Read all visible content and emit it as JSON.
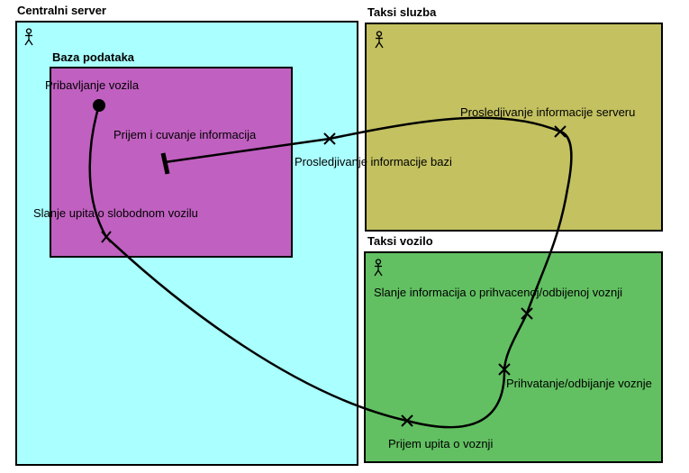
{
  "colors": {
    "centralni_server": "#aaffff",
    "baza_podataka": "#c060c0",
    "taksi_sluzba": "#c3c160",
    "taksi_vozilo": "#62c062",
    "stroke": "#000000"
  },
  "components": {
    "centralni_server": {
      "title": "Centralni server",
      "icon": "actor-icon"
    },
    "baza_podataka": {
      "title": "Baza podataka"
    },
    "taksi_sluzba": {
      "title": "Taksi sluzba",
      "icon": "actor-icon"
    },
    "taksi_vozilo": {
      "title": "Taksi vozilo",
      "icon": "actor-icon"
    }
  },
  "path_labels": {
    "start": "Pribavljanje vozila",
    "slanje_upita": "Slanje upita o slobodnom vozilu",
    "prijem_upita": "Prijem upita o voznji",
    "prihvatanje": "Prihvatanje/odbijanje voznje",
    "slanje_informacija": "Slanje informacija o prihvacenoj/odbijenoj  voznji",
    "prosledjivanje_serveru": "Prosledjivanje informacije serveru",
    "prosledjivanje_bazi": "Prosledjivanje informacije bazi",
    "end": "Prijem i cuvanje informacija"
  }
}
